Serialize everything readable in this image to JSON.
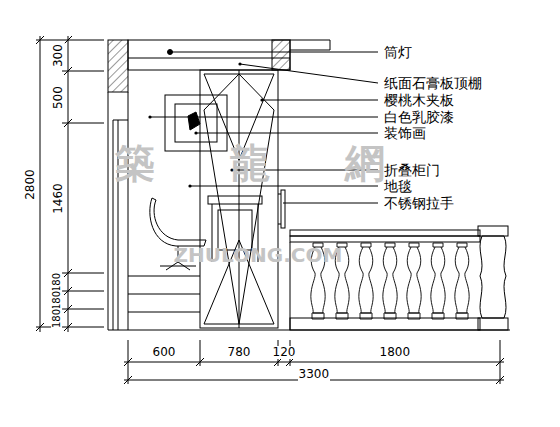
{
  "diagram": {
    "labels": [
      "筒灯",
      "纸面石膏板顶棚",
      "樱桃木夹板",
      "白色乳胶漆",
      "装饰画",
      "折叠柜门",
      "地毯",
      "不锈钢拉手",
      "300",
      "500",
      "1460",
      "180",
      "180",
      "180",
      "2800",
      "600",
      "780",
      "120",
      "1800",
      "3300",
      "築",
      "龍",
      "網",
      "ZHULONG.COM"
    ]
  }
}
